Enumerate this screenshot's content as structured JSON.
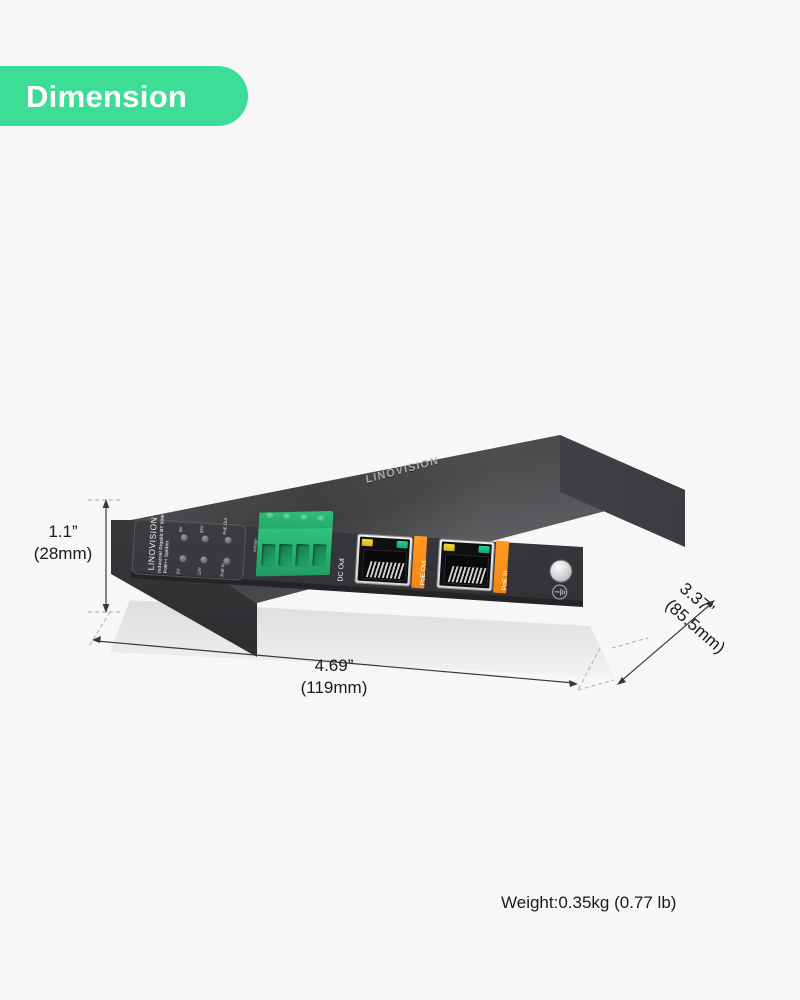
{
  "badge": {
    "label": "Dimension",
    "color": "#3ddc97"
  },
  "product": {
    "brand": "LINOVISION",
    "model_line_1": "Industrial Gigabit BT 90W",
    "model_line_2": "PoE++ Splitter",
    "top_logo": "LINOVISION",
    "body_color": "#35353a",
    "terminal_color": "#27b070",
    "port_tab_color": "#f4860f",
    "leds": [
      {
        "label": "5V"
      },
      {
        "label": "9V"
      },
      {
        "label": "12V"
      },
      {
        "label": "24V"
      },
      {
        "label": "PoE In"
      },
      {
        "label": "PoE Out"
      }
    ],
    "voltage_label": "Voltage",
    "dc_out_label": "DC Out",
    "ports": [
      {
        "label": "PoE Out",
        "led_amber": "link",
        "led_green": "activity"
      },
      {
        "label": "PoE In",
        "led_amber": "link",
        "led_green": "activity"
      }
    ],
    "ground_symbol": "earth-ground"
  },
  "dimensions": {
    "height_in": "1.1”",
    "height_mm": "(28mm)",
    "width_in": "4.69”",
    "width_mm": "(119mm)",
    "depth_in": "3.37”",
    "depth_mm": "(85.5mm)"
  },
  "weight": {
    "text": "Weight:0.35kg (0.77 lb)"
  }
}
